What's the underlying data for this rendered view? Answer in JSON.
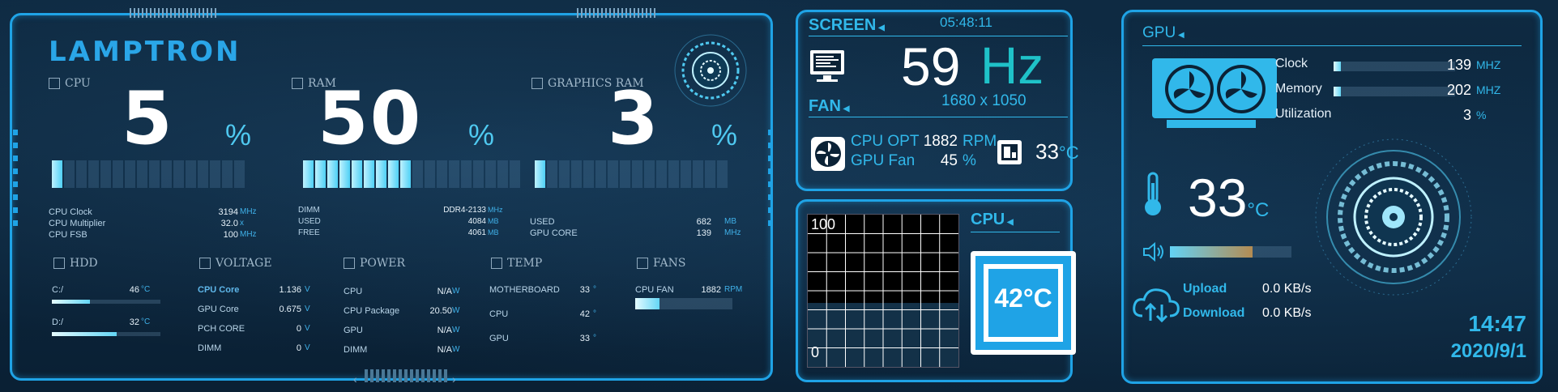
{
  "brand": "LAMPTRON",
  "colors": {
    "accent": "#1fa3e6",
    "cyan": "#31b8ea",
    "bar_gradient": "#64d6f5",
    "background": "#0b2236"
  },
  "cpu": {
    "title": "CPU",
    "value": "5",
    "unit": "%",
    "level": 0.05,
    "rows": [
      {
        "label": "CPU Clock",
        "value": "3194",
        "unit": "MHz"
      },
      {
        "label": "CPU Multiplier",
        "value": "32.0",
        "unit": "x"
      },
      {
        "label": "CPU FSB",
        "value": "100",
        "unit": "MHz"
      }
    ]
  },
  "ram": {
    "title": "RAM",
    "value": "50",
    "unit": "%",
    "level": 0.5,
    "rows": [
      {
        "label": "DIMM",
        "value": "DDR4-2133",
        "unit": "MHz"
      },
      {
        "label": "USED",
        "value": "4084",
        "unit": "MB"
      },
      {
        "label": "FREE",
        "value": "4061",
        "unit": "MB"
      }
    ]
  },
  "graphics_ram": {
    "title": "GRAPHICS RAM",
    "value": "3",
    "unit": "%",
    "level": 0.03,
    "rows": [
      {
        "label": "USED",
        "value": "682",
        "unit": "MB"
      },
      {
        "label": "GPU CORE",
        "value": "139",
        "unit": "MHz"
      }
    ]
  },
  "hdd": {
    "title": "HDD",
    "drives": [
      {
        "label": "C:/",
        "value": "46",
        "unit": "°C",
        "level": 0.35
      },
      {
        "label": "D:/",
        "value": "32",
        "unit": "°C",
        "level": 0.6
      }
    ]
  },
  "voltage": {
    "title": "VOLTAGE",
    "rows": [
      {
        "label": "CPU Core",
        "value": "1.136",
        "unit": "V"
      },
      {
        "label": "GPU Core",
        "value": "0.675",
        "unit": "V"
      },
      {
        "label": "PCH CORE",
        "value": "0",
        "unit": "V"
      },
      {
        "label": "DIMM",
        "value": "0",
        "unit": "V"
      }
    ]
  },
  "power": {
    "title": "POWER",
    "rows": [
      {
        "label": "CPU",
        "value": "N/A",
        "unit": "W"
      },
      {
        "label": "CPU Package",
        "value": "20.50",
        "unit": "W"
      },
      {
        "label": "GPU",
        "value": "N/A",
        "unit": "W"
      },
      {
        "label": "DIMM",
        "value": "N/A",
        "unit": "W"
      }
    ]
  },
  "temp": {
    "title": "TEMP",
    "rows": [
      {
        "label": "MOTHERBOARD",
        "value": "33",
        "unit": "°"
      },
      {
        "label": "CPU",
        "value": "42",
        "unit": "°"
      },
      {
        "label": "GPU",
        "value": "33",
        "unit": "°"
      }
    ]
  },
  "fans": {
    "title": "FANS",
    "rows": [
      {
        "label": "CPU FAN",
        "value": "1882",
        "unit": "RPM",
        "level": 0.25
      }
    ]
  },
  "screen": {
    "title": "SCREEN",
    "time": "05:48:11",
    "refresh_value": "59",
    "refresh_unit": "Hz",
    "resolution": "1680 x 1050"
  },
  "fan_panel": {
    "title": "FAN",
    "rows": [
      {
        "label": "CPU OPT",
        "value": "1882",
        "unit": "RPM"
      },
      {
        "label": "GPU Fan",
        "value": "45",
        "unit": "%"
      }
    ],
    "temp_value": "33",
    "temp_unit": "°C"
  },
  "cpu_graph": {
    "title": "CPU",
    "max_label": "100",
    "min_label": "0",
    "level": 0.05,
    "chip_temp": "42°C"
  },
  "gpu": {
    "title": "GPU",
    "rows": [
      {
        "label": "Clock",
        "value": "139",
        "unit": "MHZ",
        "level": 0.06
      },
      {
        "label": "Memory",
        "value": "202",
        "unit": "MHZ",
        "level": 0.05
      },
      {
        "label": "Utilization",
        "value": "3",
        "unit": "%"
      }
    ],
    "temp_value": "33",
    "temp_unit": "°C",
    "volume_level": 0.68,
    "network": [
      {
        "label": "Upload",
        "value": "0.0 KB/s"
      },
      {
        "label": "Download",
        "value": "0.0 KB/s"
      }
    ],
    "clock_time": "14:47",
    "clock_date": "2020/9/1"
  }
}
